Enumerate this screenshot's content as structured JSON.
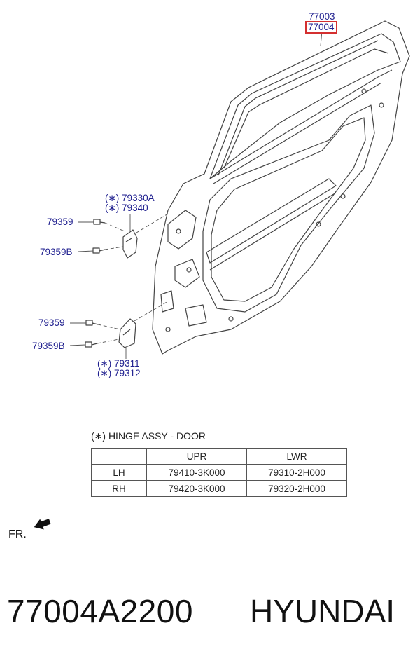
{
  "callouts": {
    "top_part": "77003",
    "top_part_boxed": "77004",
    "upper_hinge_a": "(∗) 79330A",
    "upper_hinge_b": "(∗) 79340",
    "upper_bolt": "79359",
    "upper_bolt_b": "79359B",
    "lower_bolt": "79359",
    "lower_bolt_b": "79359B",
    "lower_hinge_a": "(∗) 79311",
    "lower_hinge_b": "(∗) 79312"
  },
  "table": {
    "title": "(∗) HINGE ASSY - DOOR",
    "headers": [
      "",
      "UPR",
      "LWR"
    ],
    "rows": [
      [
        "LH",
        "79410-3K000",
        "79310-2H000"
      ],
      [
        "RH",
        "79420-3K000",
        "79320-2H000"
      ]
    ]
  },
  "direction_label": "FR.",
  "footer": {
    "part_number": "77004A2200",
    "brand": "HYUNDAI"
  },
  "colors": {
    "callout_text": "#1f1f8f",
    "highlight_box": "#d43030",
    "line_art": "#444444"
  }
}
